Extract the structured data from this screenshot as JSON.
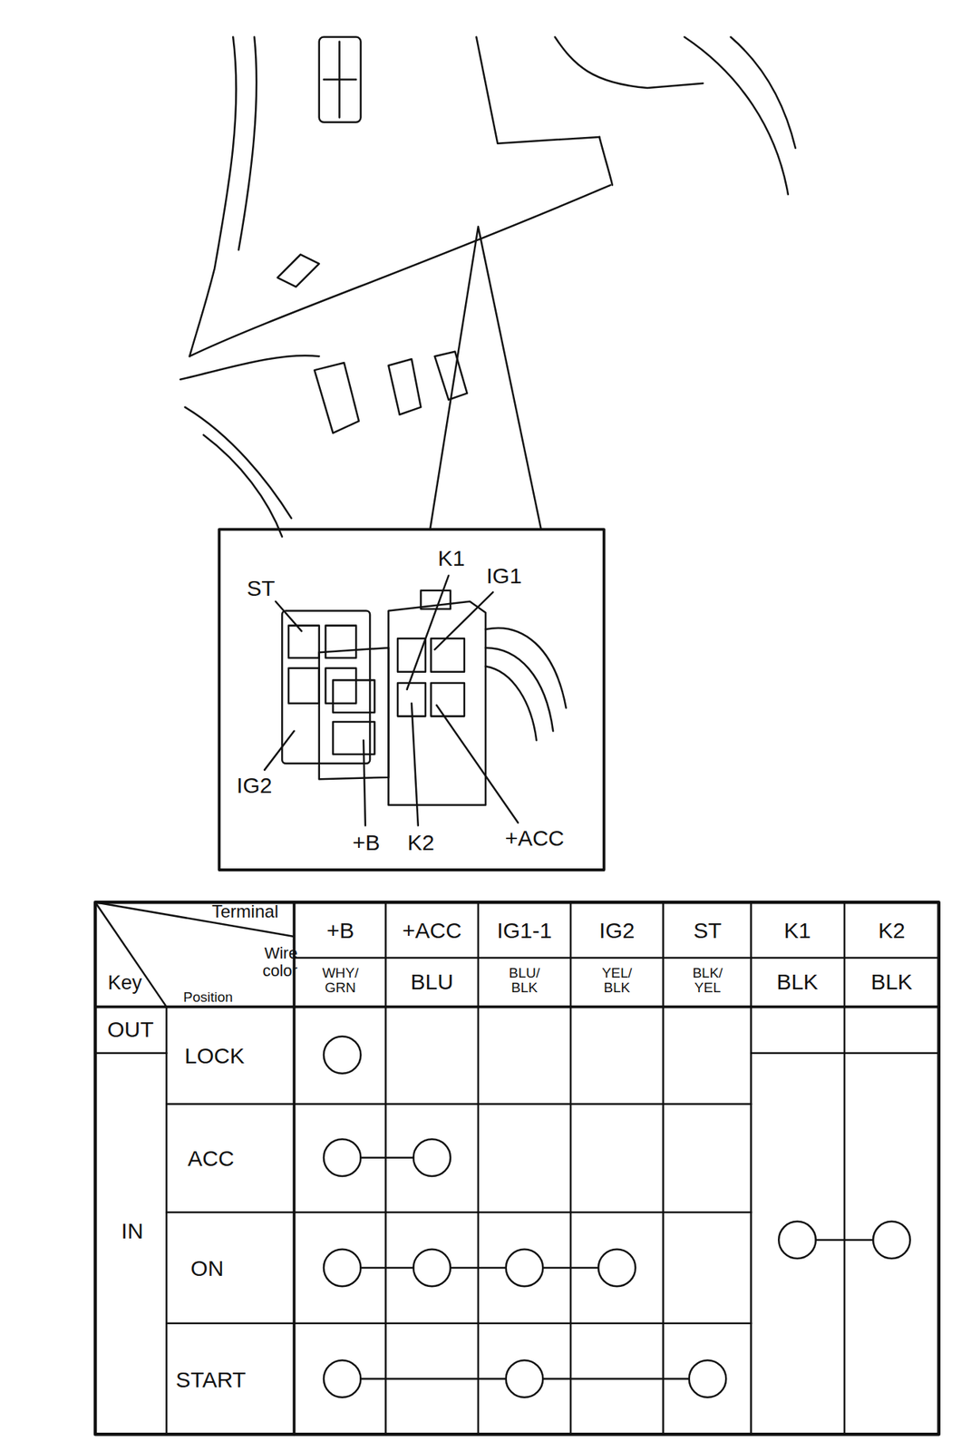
{
  "diagram": {
    "labels": [
      "ST",
      "K1",
      "IG1",
      "IG2",
      "+B",
      "K2",
      "+ACC",
      "Terminal",
      "Wire color",
      "Key",
      "Position",
      "+B",
      "+ACC",
      "IG1-1",
      "IG2",
      "ST",
      "K1",
      "K2",
      "WHY/ GRN",
      "BLU",
      "BLU/ BLK",
      "YEL/ BLK",
      "BLK/ YEL",
      "BLK",
      "BLK",
      "OUT",
      "LOCK",
      "IN",
      "ACC",
      "ON",
      "START"
    ]
  }
}
